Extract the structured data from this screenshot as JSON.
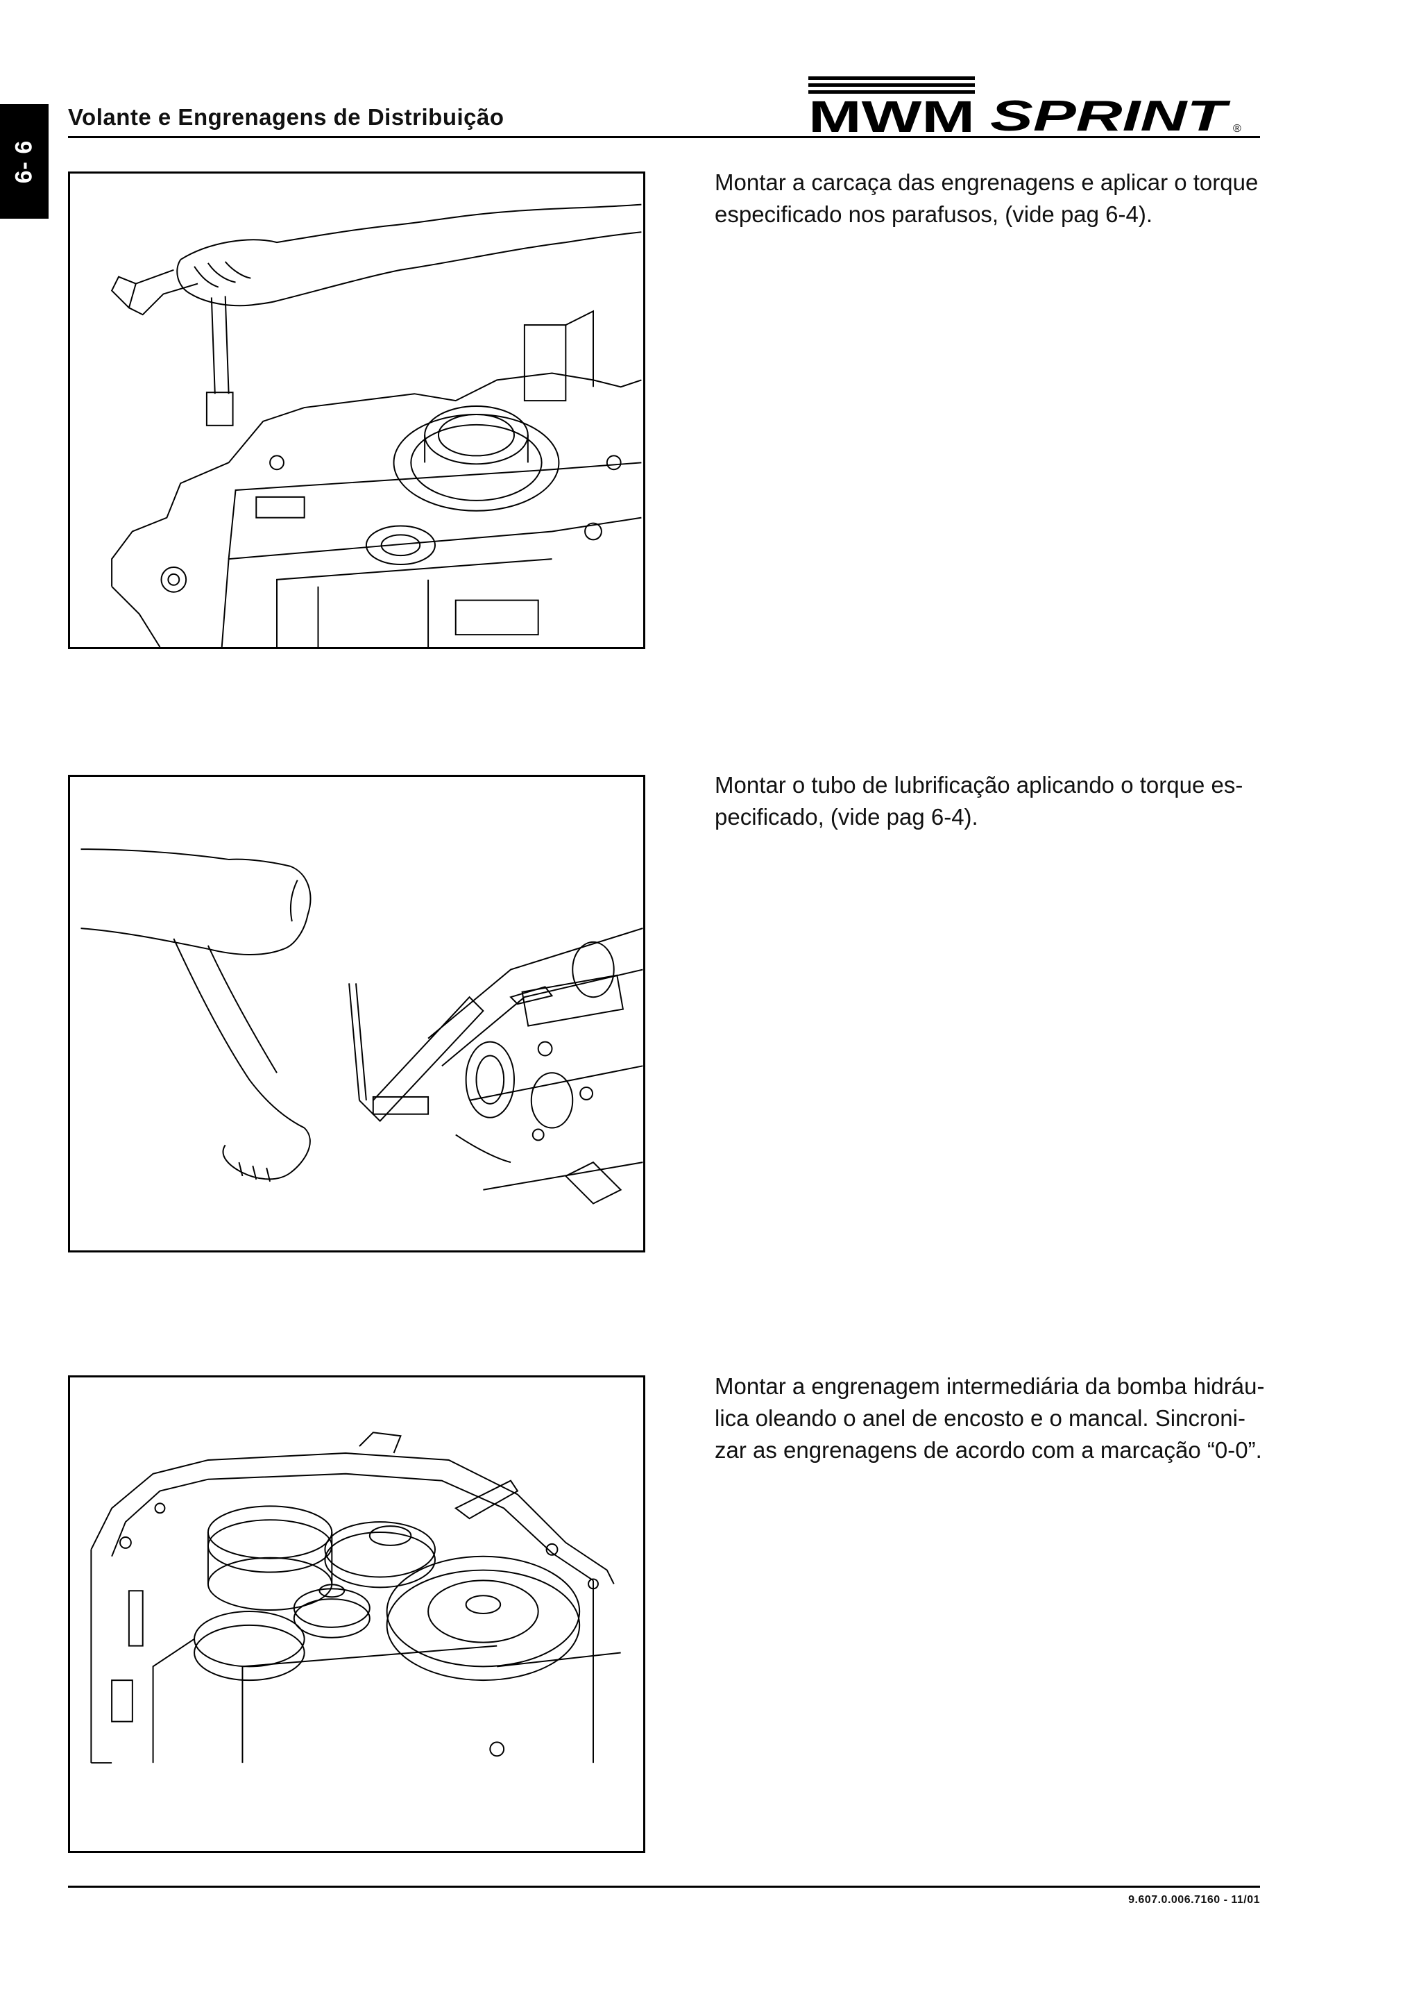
{
  "side_tab": {
    "label": "6- 6"
  },
  "header": {
    "title": "Volante e Engrenagens de Distribuição"
  },
  "brand": {
    "name": "MWM",
    "model": "SPRINT",
    "registered": "®"
  },
  "steps": [
    {
      "lines": [
        "Montar a carcaça das engrenagens e aplicar o torque",
        "especificado nos parafusos, (vide pag 6-4)."
      ]
    },
    {
      "lines": [
        "Montar o tubo de lubrificação aplicando o torque es-",
        "pecificado, (vide pag 6-4)."
      ]
    },
    {
      "lines": [
        "Montar a engrenagem intermediária da bomba hidráu-",
        "lica oleando o anel de encosto e o mancal. Sincroni-",
        "zar as engrenagens de acordo com a marcação “0-0”."
      ]
    }
  ],
  "footer": {
    "code": "9.607.0.006.7160  -  11/01"
  }
}
